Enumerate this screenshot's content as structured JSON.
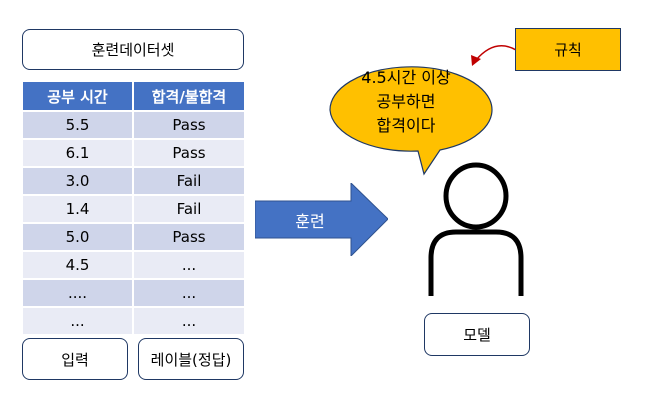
{
  "dataset": {
    "title": "훈련데이터셋",
    "headers": [
      "공부 시간",
      "합격/불합격"
    ],
    "rows": [
      [
        "5.5",
        "Pass"
      ],
      [
        "6.1",
        "Pass"
      ],
      [
        "3.0",
        "Fail"
      ],
      [
        "1.4",
        "Fail"
      ],
      [
        "5.0",
        "Pass"
      ],
      [
        "4.5",
        "..."
      ],
      [
        "....",
        "..."
      ],
      [
        "...",
        "..."
      ]
    ]
  },
  "labels": {
    "input": "입력",
    "label": "레이블(정답)",
    "train": "훈련",
    "model": "모델",
    "rule": "규칙"
  },
  "bubble": {
    "lines": [
      "4.5시간 이상",
      "공부하면",
      "합격이다"
    ]
  },
  "colors": {
    "header_bg": "#4472c4",
    "row_odd": "#cfd5ea",
    "row_even": "#e9ebf5",
    "arrow": "#4472c4",
    "highlight": "#ffc000",
    "pointer_arrow": "#c00000"
  }
}
